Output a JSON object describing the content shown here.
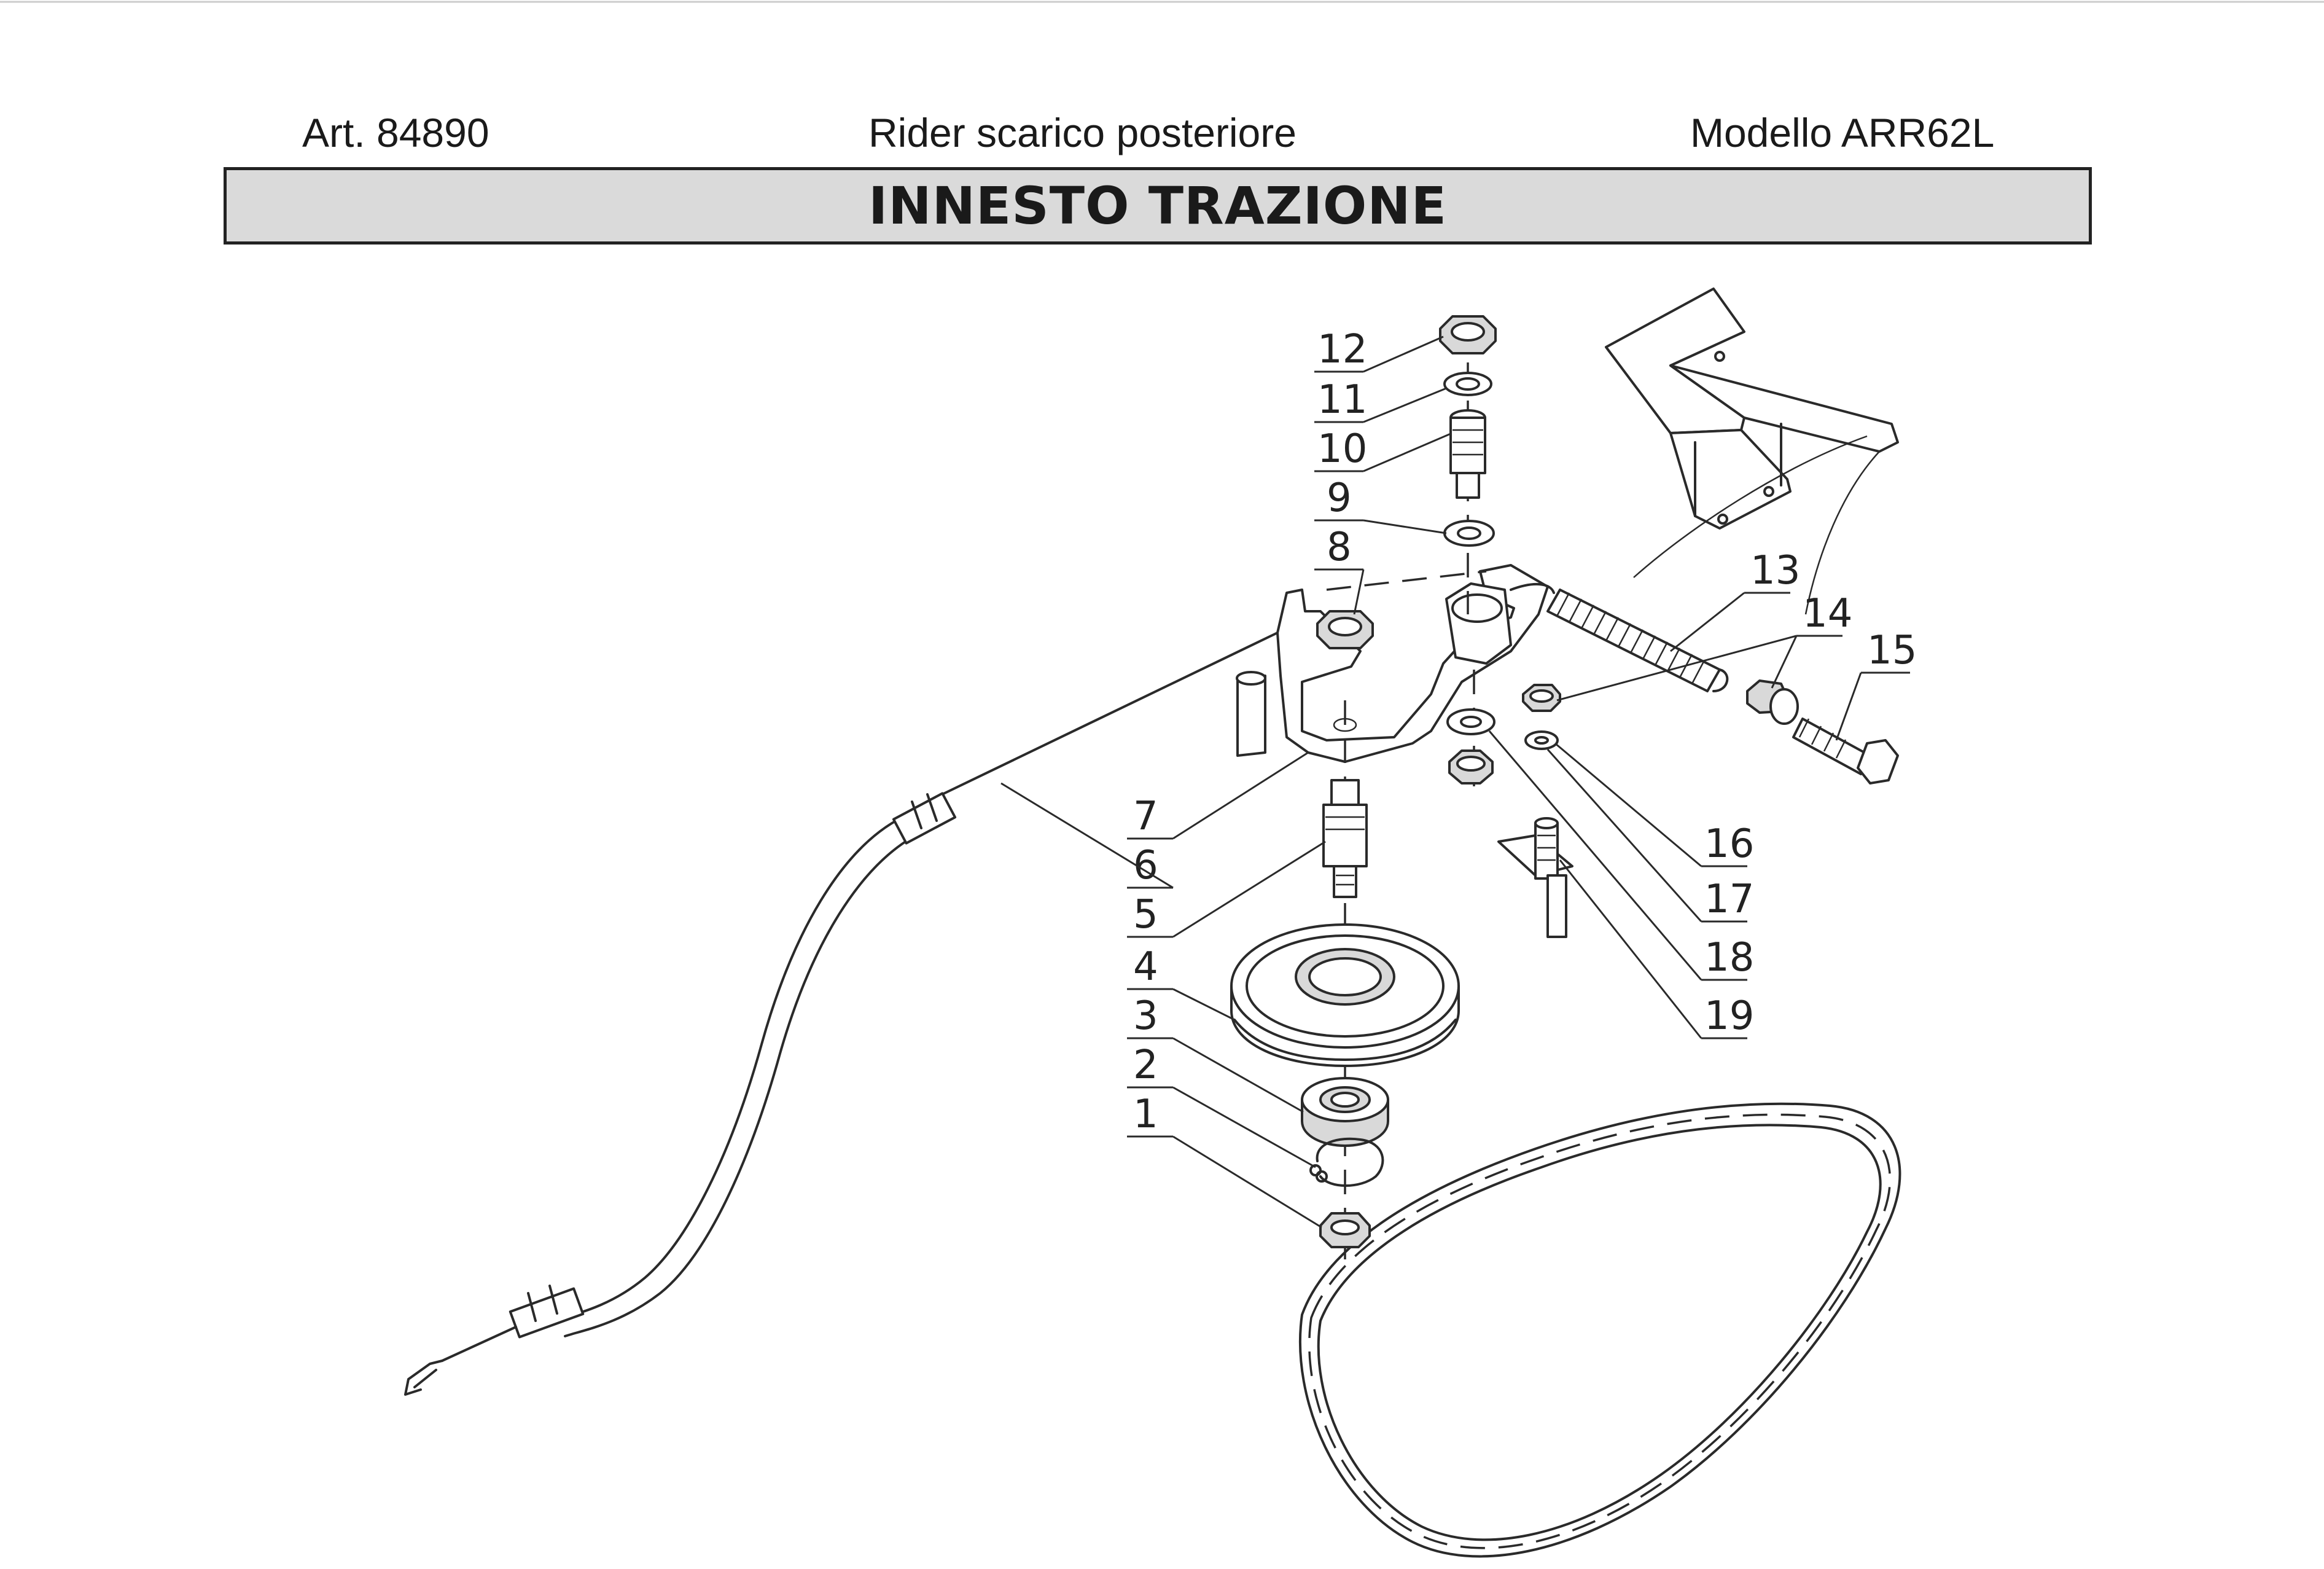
{
  "header": {
    "article": "Art. 84890",
    "description": "Rider scarico posteriore",
    "model": "Modello ARR62L"
  },
  "title": "INNESTO TRAZIONE",
  "callouts": [
    "1",
    "2",
    "3",
    "4",
    "5",
    "6",
    "7",
    "8",
    "9",
    "10",
    "11",
    "12",
    "13",
    "14",
    "15",
    "16",
    "17",
    "18",
    "19"
  ]
}
